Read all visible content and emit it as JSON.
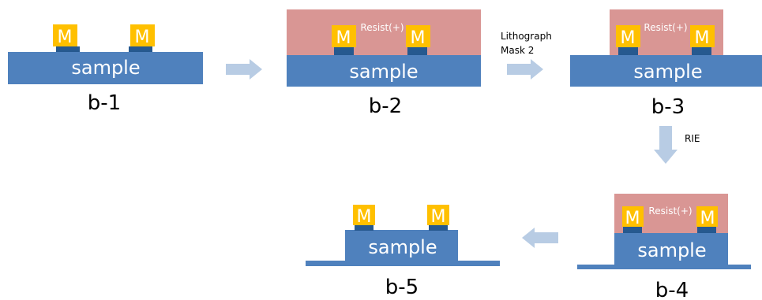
{
  "colors": {
    "sample": "#4f81bd",
    "sample_edge": "#3c6596",
    "metal": "#ffc000",
    "metal_under": "#26598f",
    "resist": "#d99694",
    "arrow": "#b8cce4",
    "sample_text": "#ffffff",
    "metal_text": "#ffffff",
    "resist_text": "#ffffff",
    "label_text": "#000000"
  },
  "common": {
    "sample_label": "sample",
    "metal_label": "M",
    "resist_label": "Resist(+)"
  },
  "steps": [
    {
      "id": "b1",
      "label": "b-1"
    },
    {
      "id": "b2",
      "label": "b-2"
    },
    {
      "id": "b3",
      "label": "b-3"
    },
    {
      "id": "b4",
      "label": "b-4"
    },
    {
      "id": "b5",
      "label": "b-5"
    }
  ],
  "transitions": {
    "b2_to_b3_line1": "Lithograph",
    "b2_to_b3_line2": "Mask 2",
    "b3_to_b4": "RIE"
  }
}
